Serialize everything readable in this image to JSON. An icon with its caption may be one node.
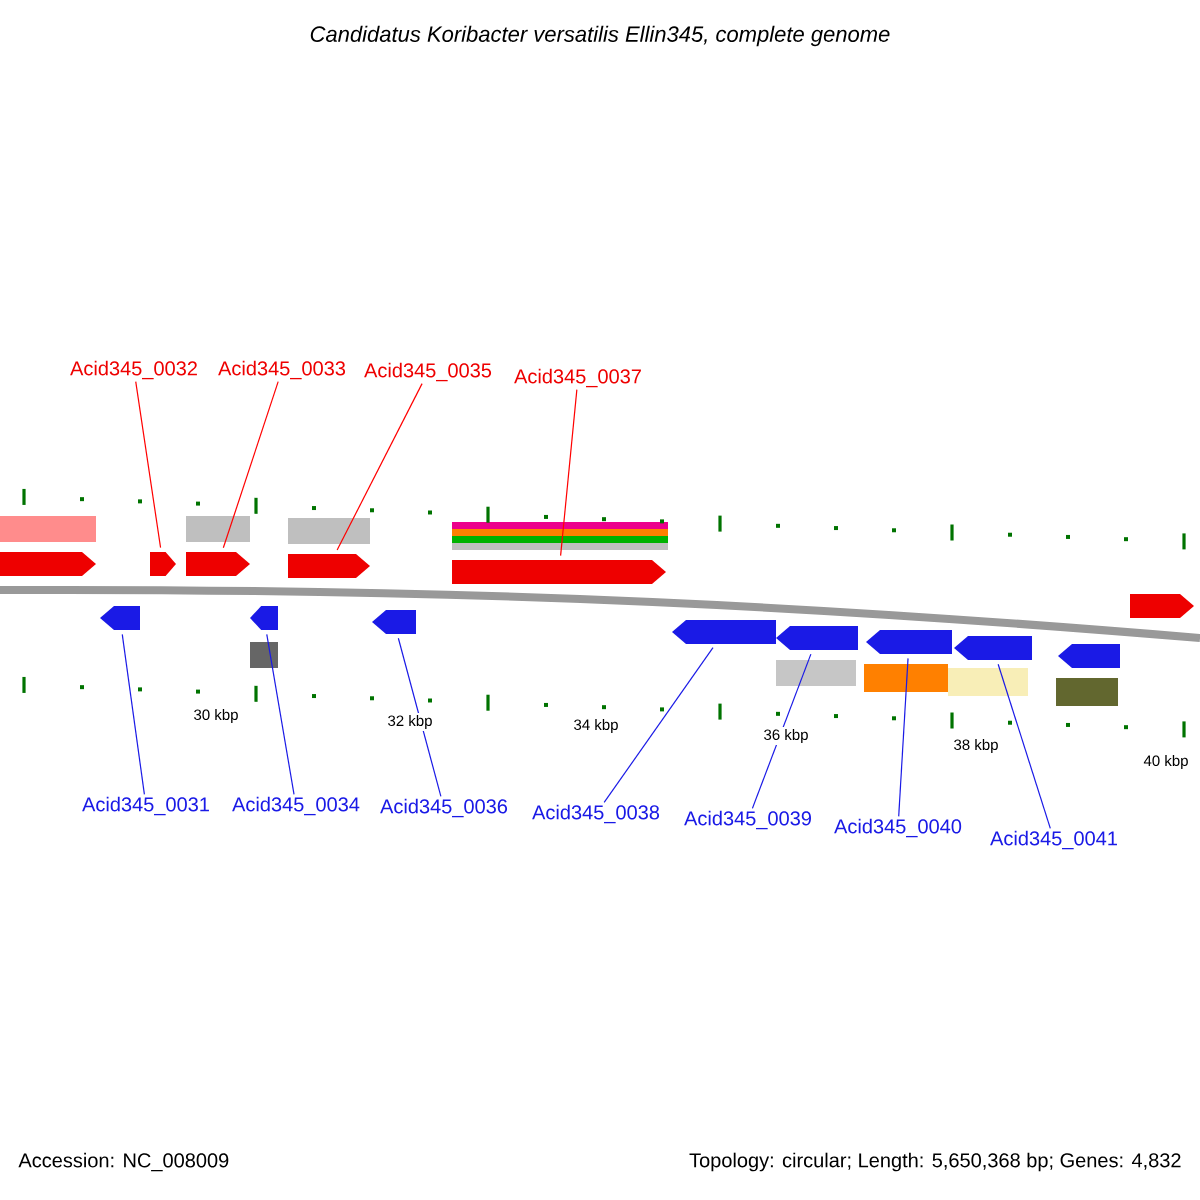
{
  "diagram": {
    "title": "Candidatus Koribacter versatilis Ellin345, complete genome",
    "nodes": [
      {
        "text": [
          "Acid345_0032"
        ]
      },
      {
        "text": [
          "Acid345_0033"
        ]
      },
      {
        "text": [
          "Acid345_0035"
        ]
      },
      {
        "text": [
          "Acid345_0037"
        ]
      },
      {
        "text": [
          "Acid345_0031"
        ]
      },
      {
        "text": [
          "Acid345_0034"
        ]
      },
      {
        "text": [
          "Acid345_0036"
        ]
      },
      {
        "text": [
          "Acid345_0038"
        ]
      },
      {
        "text": [
          "Acid345_0039"
        ]
      },
      {
        "text": [
          "Acid345_0040"
        ]
      },
      {
        "text": [
          "Acid345_0041"
        ]
      },
      {
        "text": [],
        "shape": "arrow"
      },
      {
        "text": [],
        "shape": "arrow"
      },
      {
        "text": [],
        "shape": "arrow"
      },
      {
        "text": [],
        "shape": "arrow"
      },
      {
        "text": [],
        "shape": "arrow"
      },
      {
        "text": [],
        "shape": "arrow"
      },
      {
        "text": [],
        "shape": "arrow"
      },
      {
        "text": [],
        "shape": "arrow"
      },
      {
        "text": [],
        "shape": "arrow"
      },
      {
        "text": [],
        "shape": "arrow"
      },
      {
        "text": [],
        "shape": "arrow"
      },
      {
        "text": [],
        "shape": "arrow"
      },
      {
        "text": [],
        "shape": "arrow"
      },
      {
        "text": [],
        "shape": "arrow"
      }
    ],
    "edges": [
      {
        "from": 0,
        "to": 11,
        "arrow": "none",
        "color": "#ff0000"
      },
      {
        "from": 1,
        "to": 12,
        "arrow": "none",
        "color": "#ff0000"
      },
      {
        "from": 2,
        "to": 13,
        "arrow": "none",
        "color": "#ff0000"
      },
      {
        "from": 3,
        "to": 14,
        "arrow": "none",
        "color": "#ff0000"
      },
      {
        "from": 4,
        "to": 15,
        "arrow": "none"
      },
      {
        "from": 5,
        "to": 16,
        "arrow": "none"
      },
      {
        "from": 6,
        "to": 17,
        "arrow": "none"
      },
      {
        "from": 7,
        "to": 18,
        "arrow": "none"
      },
      {
        "from": 8,
        "to": 19,
        "arrow": "none"
      },
      {
        "from": 9,
        "to": 20,
        "arrow": "none"
      },
      {
        "from": 10,
        "to": 21,
        "arrow": "none"
      }
    ],
    "labels": [
      "30 kbp",
      "32 kbp",
      "34 kbp",
      "36 kbp",
      "38 kbp",
      "40 kbp",
      "Accession: NC_008009",
      "Topology: circular; Length: 5,650,368 bp; Genes: 4,832"
    ]
  }
}
